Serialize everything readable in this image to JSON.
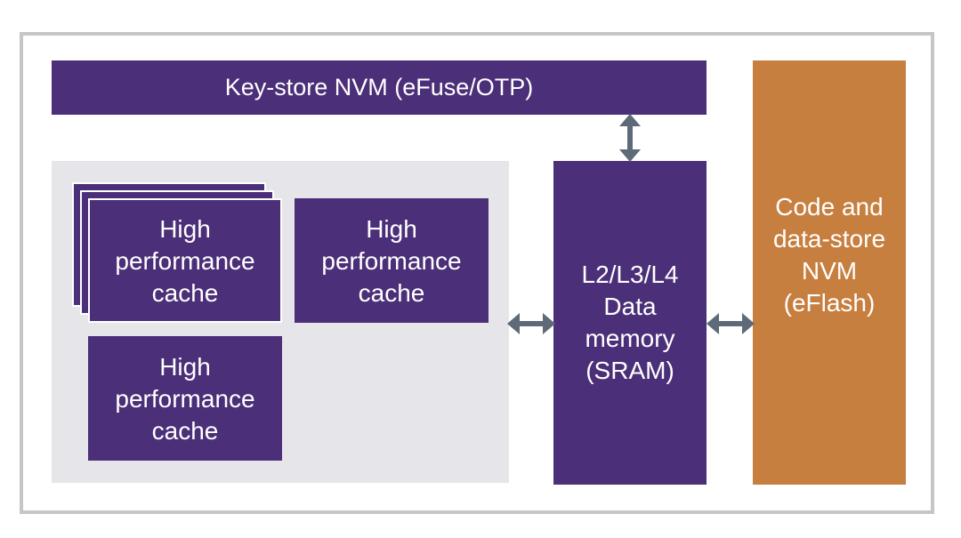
{
  "colors": {
    "purple": "#4b2f78",
    "orange": "#c77f3f",
    "gray_panel": "#e6e6ea",
    "arrow": "#5e6a78",
    "frame": "#c6c6c6"
  },
  "keystore": {
    "label": "Key-store NVM (eFuse/OTP)"
  },
  "caches": [
    {
      "lines": [
        "High",
        "performance",
        "cache"
      ]
    },
    {
      "lines": [
        "High",
        "performance",
        "cache"
      ]
    },
    {
      "lines": [
        "High",
        "performance",
        "cache"
      ]
    }
  ],
  "data_memory": {
    "lines": [
      "L2/L3/L4",
      "Data",
      "memory",
      "(SRAM)"
    ]
  },
  "code_store": {
    "lines": [
      "Code and",
      "data-store",
      "NVM",
      "(eFlash)"
    ]
  },
  "arrows": [
    {
      "id": "keystore-to-memory",
      "orientation": "vertical",
      "bidirectional": true
    },
    {
      "id": "caches-to-memory",
      "orientation": "horizontal",
      "bidirectional": true
    },
    {
      "id": "memory-to-codestore",
      "orientation": "horizontal",
      "bidirectional": true
    }
  ]
}
